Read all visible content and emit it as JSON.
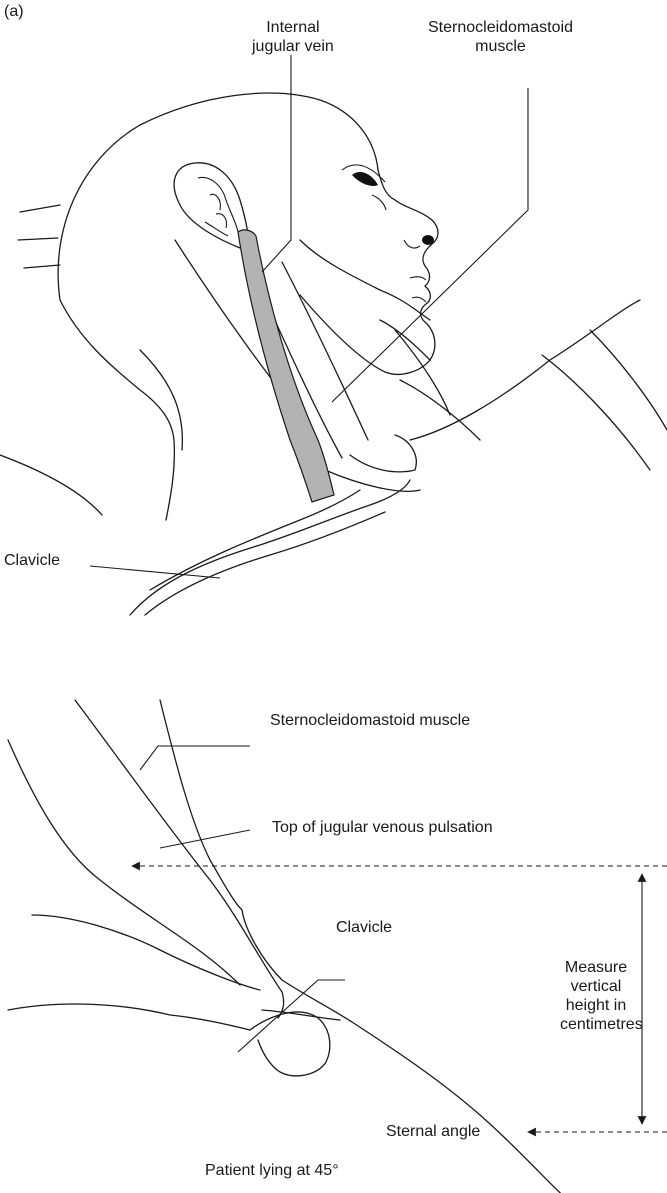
{
  "panel_a": {
    "tag": "(a)",
    "labels": {
      "internal_jugular_vein": [
        "Internal",
        "jugular vein"
      ],
      "sternocleidomastoid": [
        "Sternocleidomastoid",
        "muscle"
      ],
      "clavicle": "Clavicle"
    },
    "vein_color": "#b3b3b3"
  },
  "panel_b": {
    "labels": {
      "sternocleidomastoid": "Sternocleidomastoid muscle",
      "top_of_pulsation": "Top of jugular venous pulsation",
      "clavicle": "Clavicle",
      "measure": [
        "Measure",
        "vertical",
        "height in",
        "centimetres"
      ],
      "sternal_angle": "Sternal angle",
      "patient_position": "Patient lying at 45°"
    }
  }
}
